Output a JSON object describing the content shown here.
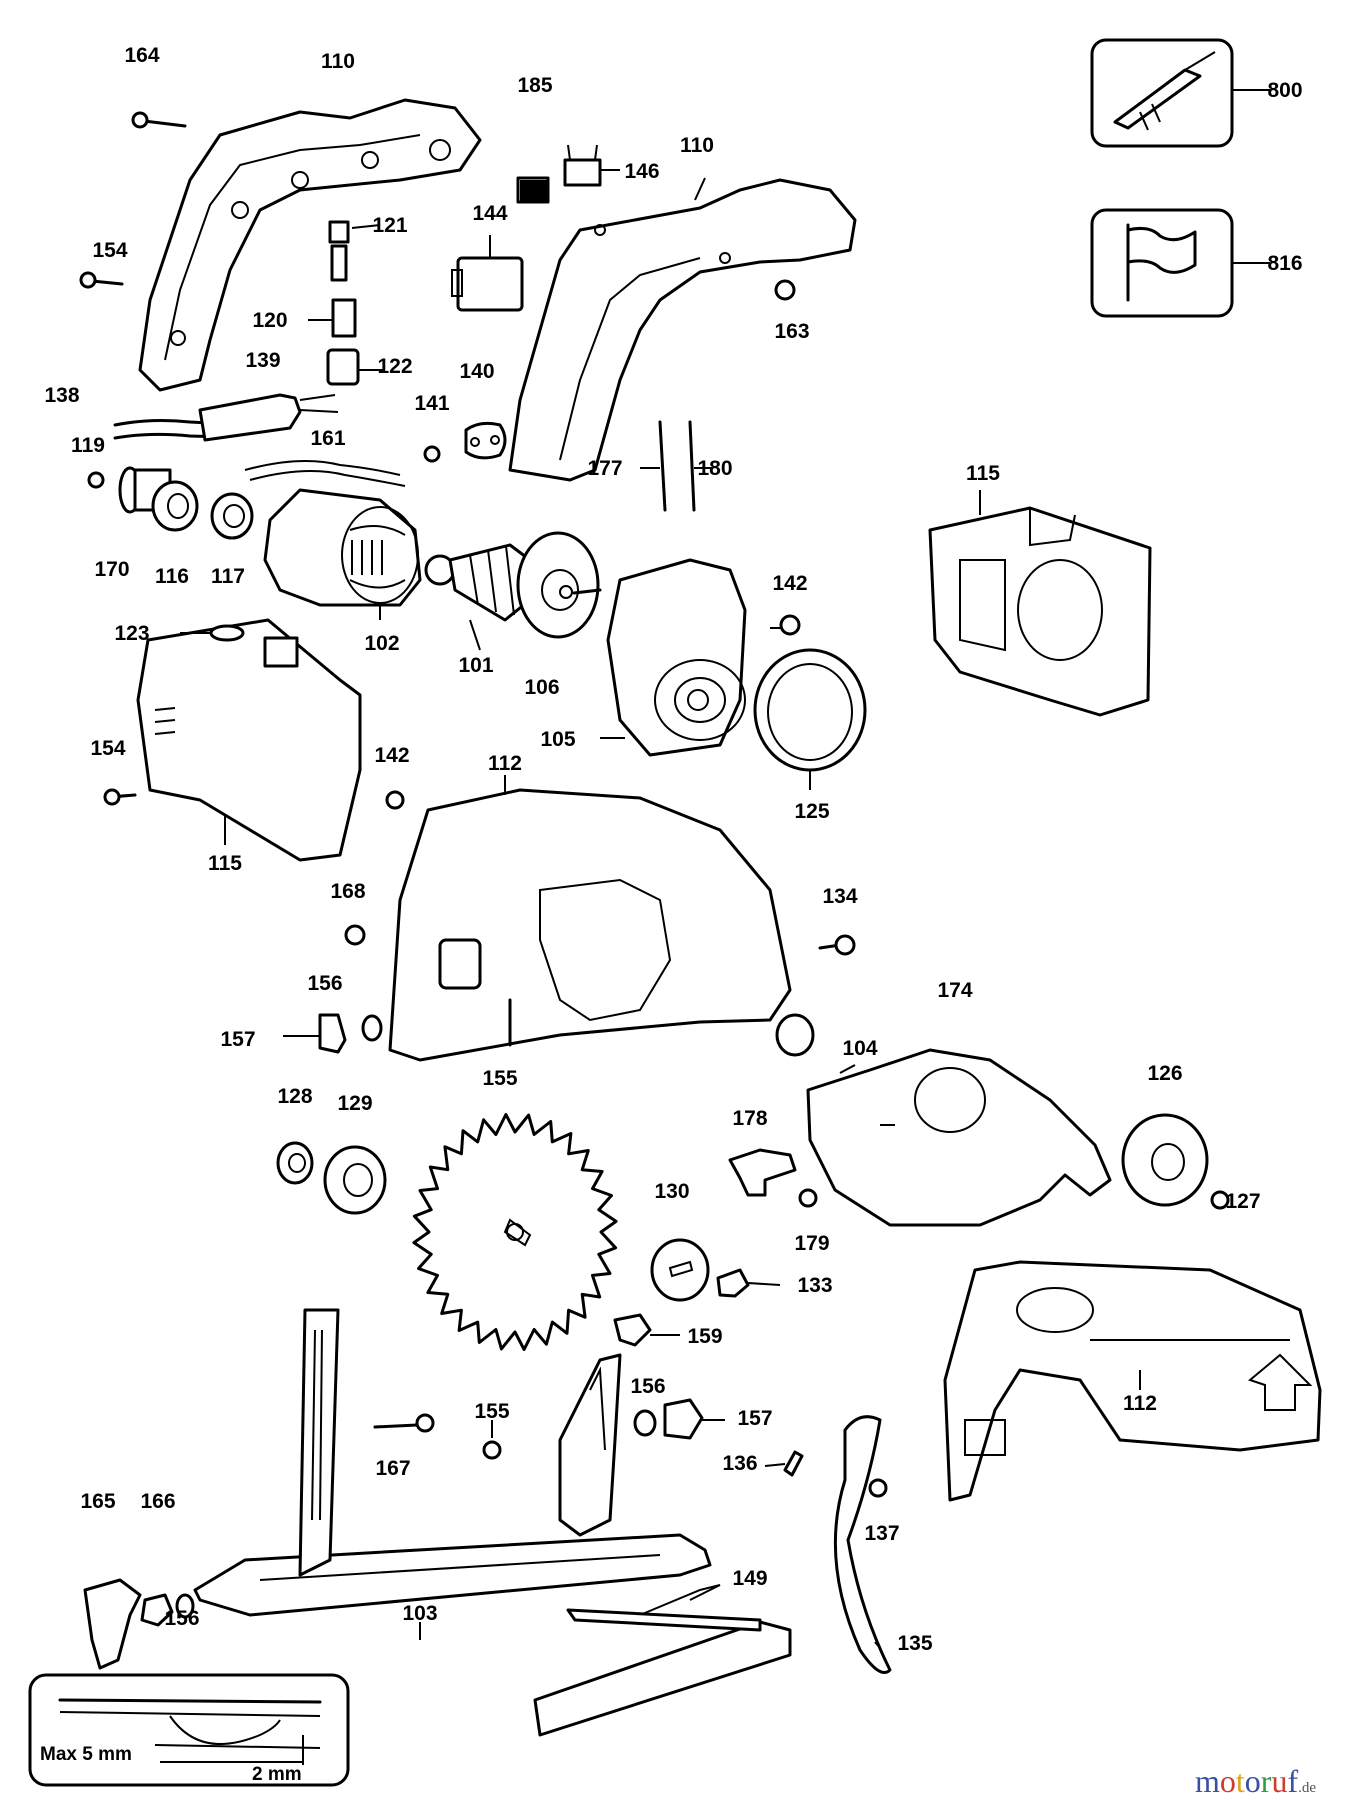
{
  "brand": {
    "letters": [
      {
        "ch": "m",
        "color": "#3a4fa0"
      },
      {
        "ch": "o",
        "color": "#d23a2e"
      },
      {
        "ch": "t",
        "color": "#e3a21a"
      },
      {
        "ch": "o",
        "color": "#3a4fa0"
      },
      {
        "ch": "r",
        "color": "#2f9b47"
      },
      {
        "ch": "u",
        "color": "#d23a2e"
      },
      {
        "ch": "f",
        "color": "#3a4fa0"
      }
    ],
    "suffix": ".de"
  },
  "inset": {
    "max_label": "Max 5 mm",
    "min_label": "2 mm"
  },
  "labels": [
    {
      "id": "164",
      "text": "164"
    },
    {
      "id": "110a",
      "text": "110"
    },
    {
      "id": "185",
      "text": "185"
    },
    {
      "id": "146",
      "text": "146"
    },
    {
      "id": "110b",
      "text": "110"
    },
    {
      "id": "800",
      "text": "800"
    },
    {
      "id": "816",
      "text": "816"
    },
    {
      "id": "154a",
      "text": "154"
    },
    {
      "id": "121",
      "text": "121"
    },
    {
      "id": "144",
      "text": "144"
    },
    {
      "id": "163",
      "text": "163"
    },
    {
      "id": "120",
      "text": "120"
    },
    {
      "id": "122",
      "text": "122"
    },
    {
      "id": "139",
      "text": "139"
    },
    {
      "id": "140",
      "text": "140"
    },
    {
      "id": "138",
      "text": "138"
    },
    {
      "id": "141",
      "text": "141"
    },
    {
      "id": "119",
      "text": "119"
    },
    {
      "id": "161",
      "text": "161"
    },
    {
      "id": "177",
      "text": "177"
    },
    {
      "id": "180",
      "text": "180"
    },
    {
      "id": "115a",
      "text": "115"
    },
    {
      "id": "170",
      "text": "170"
    },
    {
      "id": "116",
      "text": "116"
    },
    {
      "id": "117",
      "text": "117"
    },
    {
      "id": "142a",
      "text": "142"
    },
    {
      "id": "123",
      "text": "123"
    },
    {
      "id": "102",
      "text": "102"
    },
    {
      "id": "101",
      "text": "101"
    },
    {
      "id": "106",
      "text": "106"
    },
    {
      "id": "154b",
      "text": "154"
    },
    {
      "id": "142b",
      "text": "142"
    },
    {
      "id": "105",
      "text": "105"
    },
    {
      "id": "112a",
      "text": "112"
    },
    {
      "id": "125",
      "text": "125"
    },
    {
      "id": "115b",
      "text": "115"
    },
    {
      "id": "168",
      "text": "168"
    },
    {
      "id": "134",
      "text": "134"
    },
    {
      "id": "156a",
      "text": "156"
    },
    {
      "id": "174",
      "text": "174"
    },
    {
      "id": "157a",
      "text": "157"
    },
    {
      "id": "104",
      "text": "104"
    },
    {
      "id": "155a",
      "text": "155"
    },
    {
      "id": "126",
      "text": "126"
    },
    {
      "id": "128",
      "text": "128"
    },
    {
      "id": "129",
      "text": "129"
    },
    {
      "id": "178",
      "text": "178"
    },
    {
      "id": "127",
      "text": "127"
    },
    {
      "id": "130",
      "text": "130"
    },
    {
      "id": "179",
      "text": "179"
    },
    {
      "id": "133",
      "text": "133"
    },
    {
      "id": "159",
      "text": "159"
    },
    {
      "id": "112b",
      "text": "112"
    },
    {
      "id": "156b",
      "text": "156"
    },
    {
      "id": "157b",
      "text": "157"
    },
    {
      "id": "155b",
      "text": "155"
    },
    {
      "id": "167",
      "text": "167"
    },
    {
      "id": "136",
      "text": "136"
    },
    {
      "id": "165",
      "text": "165"
    },
    {
      "id": "166",
      "text": "166"
    },
    {
      "id": "137",
      "text": "137"
    },
    {
      "id": "103",
      "text": "103"
    },
    {
      "id": "149",
      "text": "149"
    },
    {
      "id": "156c",
      "text": "156"
    },
    {
      "id": "135",
      "text": "135"
    }
  ]
}
